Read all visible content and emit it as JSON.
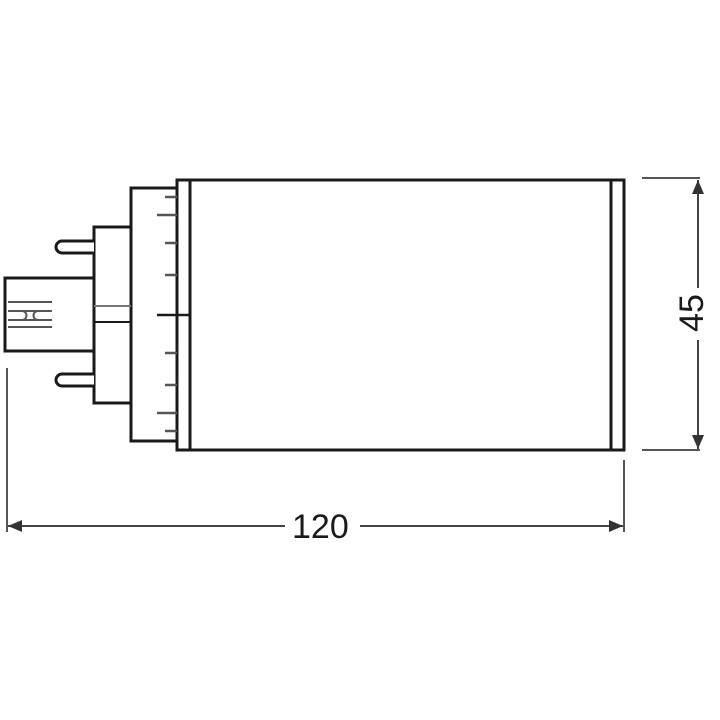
{
  "drawing": {
    "subject": "LED lamp with 4-pin base, side view",
    "dimensions": {
      "length": {
        "value": "120",
        "orientation": "horizontal"
      },
      "diameter": {
        "value": "45",
        "orientation": "vertical"
      }
    },
    "colors": {
      "line": "#1a1a1a",
      "background": "#ffffff"
    }
  }
}
